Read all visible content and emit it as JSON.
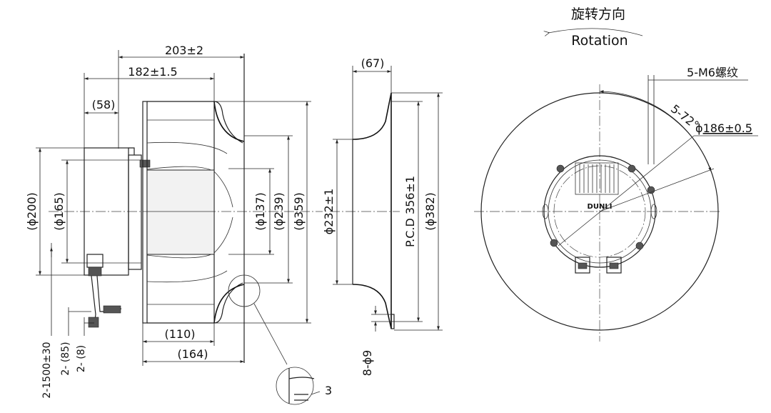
{
  "rotation": {
    "cn": "旋转方向",
    "en": "Rotation"
  },
  "side_view": {
    "overall_width": "203±2",
    "body_width": "182±1.5",
    "mount_offset": "(58)",
    "dia_200": "(ϕ200)",
    "dia_165": "(ϕ165)",
    "dia_137": "(ϕ137)",
    "dia_239": "(ϕ239)",
    "dia_359": "(ϕ359)",
    "inlet_width": "(110)",
    "wheel_width": "(164)",
    "cable_length": "2-1500±30",
    "cable_85": "2- (85)",
    "cable_8": "2- (8)",
    "detail_dim": "3"
  },
  "inlet_ring": {
    "depth": "(67)",
    "dia_232": "ϕ232±1",
    "pcd": "P.C.D 356±1",
    "dia_382": "(ϕ382)",
    "holes": "8-ϕ9"
  },
  "front_view": {
    "thread": "5-M6螺纹",
    "angle": "5-72°",
    "bolt_circle_prefix": "ϕ",
    "bolt_circle_value": "186±0.5",
    "logo": "DUNLI"
  }
}
